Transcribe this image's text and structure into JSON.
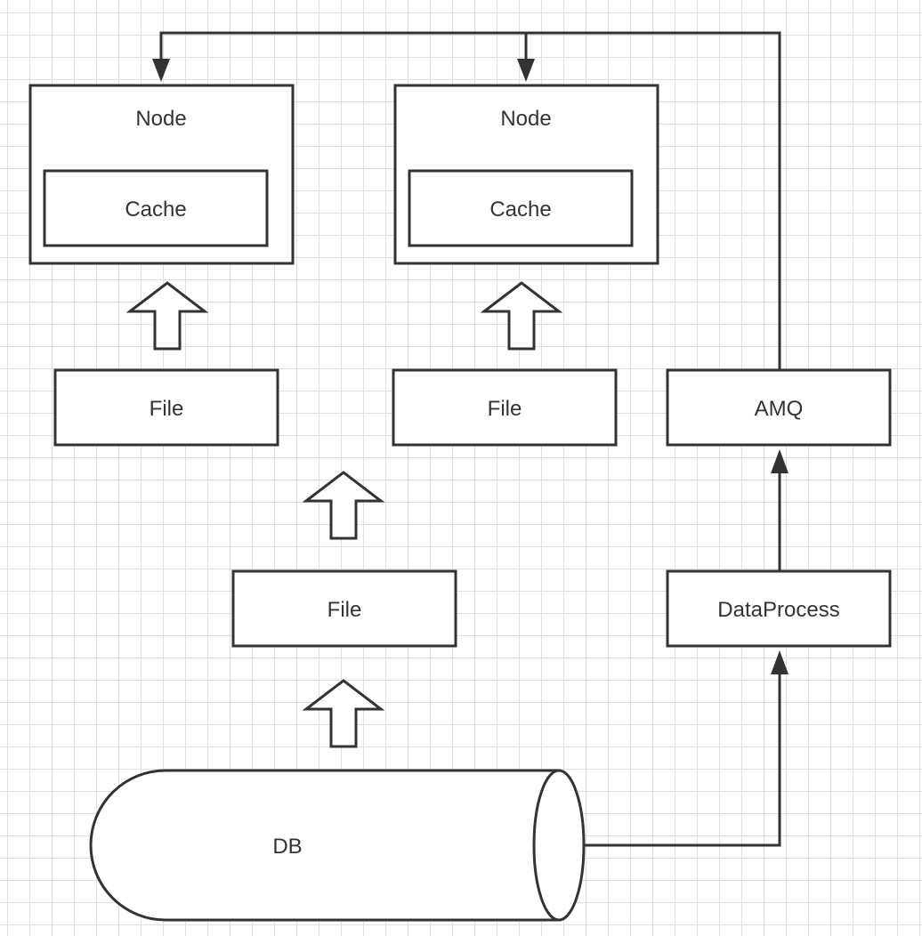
{
  "diagram": {
    "node_left": {
      "title": "Node",
      "inner": "Cache"
    },
    "node_right": {
      "title": "Node",
      "inner": "Cache"
    },
    "file_left": "File",
    "file_right": "File",
    "file_center": "File",
    "amq": "AMQ",
    "data_process": "DataProcess",
    "database": "DB"
  },
  "colors": {
    "stroke": "#333333",
    "background": "#ffffff",
    "grid": "#dfdfdf"
  }
}
